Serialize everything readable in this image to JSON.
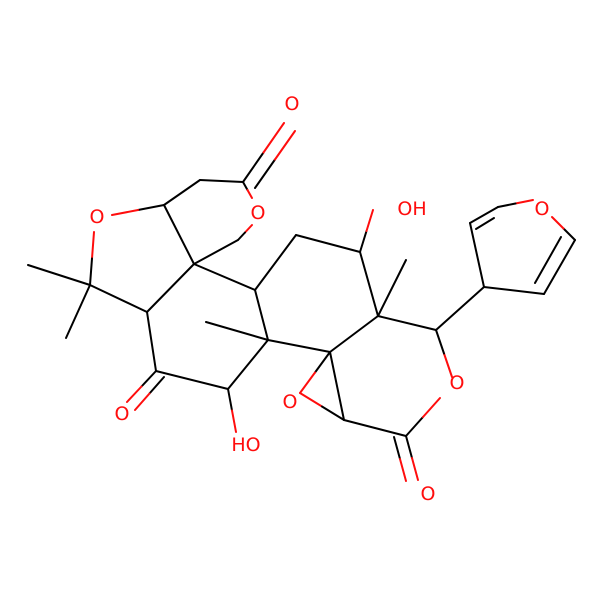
{
  "molecule": {
    "colors": {
      "bond": "#000000",
      "oxygen": "#ff0d0d",
      "background": "#ffffff"
    },
    "atom_labels": [
      {
        "id": "o-ketone-top",
        "text": "O"
      },
      {
        "id": "o-thf-ring",
        "text": "O"
      },
      {
        "id": "o-lactone-ring-upper",
        "text": "O"
      },
      {
        "id": "oh-upper",
        "text": "OH"
      },
      {
        "id": "o-furan",
        "text": "O"
      },
      {
        "id": "o-ketone-left",
        "text": "O"
      },
      {
        "id": "oh-lower",
        "text": "HO"
      },
      {
        "id": "o-epoxide",
        "text": "O"
      },
      {
        "id": "o-lactone-ring-lower",
        "text": "O"
      },
      {
        "id": "o-lactone-carbonyl",
        "text": "O"
      }
    ]
  }
}
